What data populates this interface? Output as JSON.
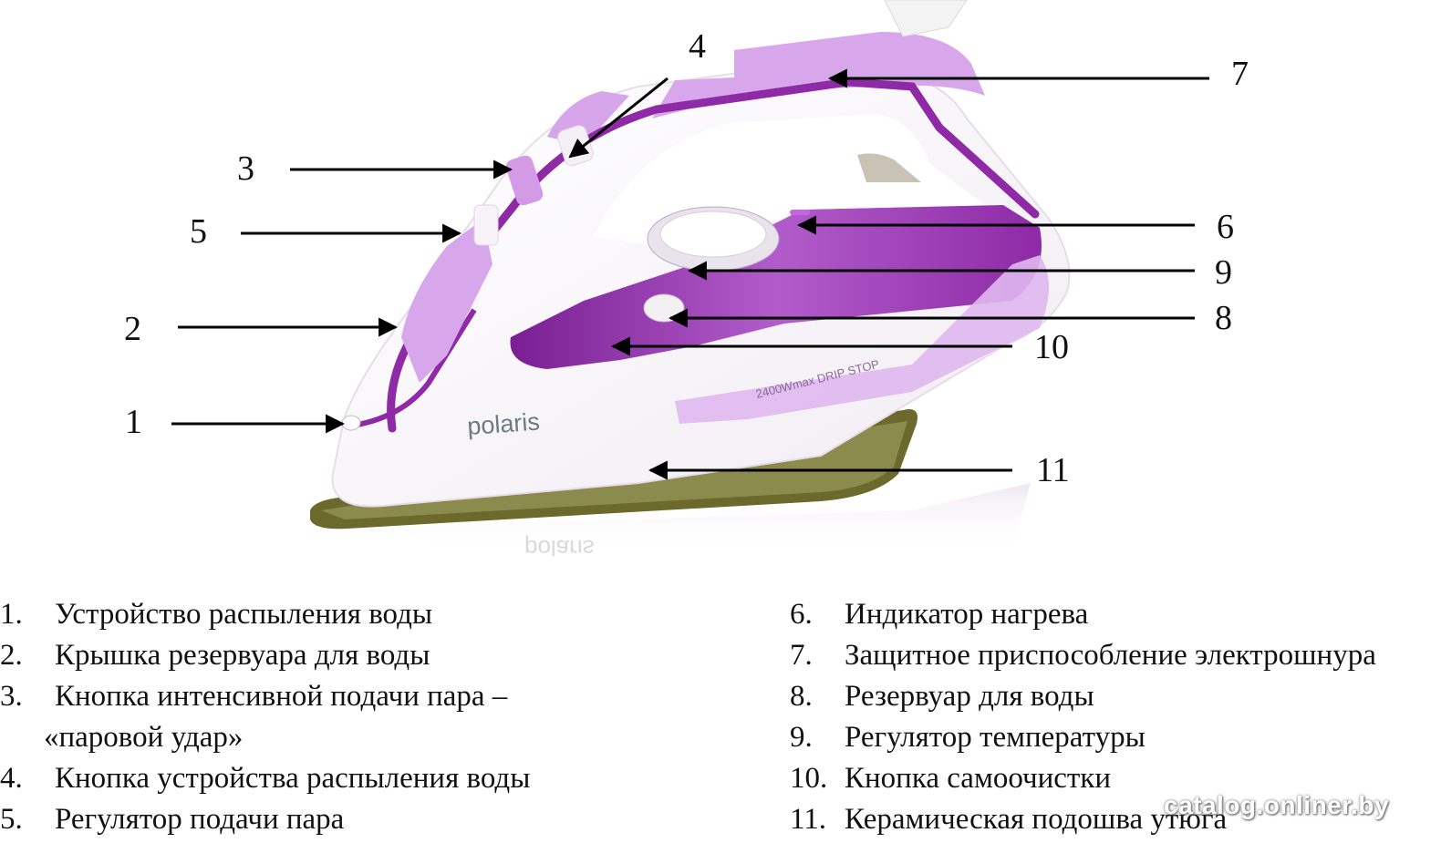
{
  "diagram": {
    "brand_logo": "polaris",
    "body_label": "2400Wmax  DRIP STOP",
    "callouts": [
      "1",
      "2",
      "3",
      "4",
      "5",
      "6",
      "7",
      "8",
      "9",
      "10",
      "11"
    ]
  },
  "legend": {
    "left": [
      {
        "num": "1.",
        "text": "Устройство распыления воды"
      },
      {
        "num": "2.",
        "text": "Крышка резервуара для воды"
      },
      {
        "num": "3.",
        "text": "Кнопка интенсивной подачи пара –"
      },
      {
        "num": "",
        "text": "«паровой удар»"
      },
      {
        "num": "4.",
        "text": "Кнопка устройства распыления воды"
      },
      {
        "num": "5.",
        "text": "Регулятор подачи  пара"
      }
    ],
    "right": [
      {
        "num": "6.",
        "text": "Индикатор нагрева"
      },
      {
        "num": "7.",
        "text": "Защитное приспособление электрошнура"
      },
      {
        "num": "8.",
        "text": "Резервуар для воды"
      },
      {
        "num": "9.",
        "text": "Регулятор температуры"
      },
      {
        "num": "10.",
        "text": "Кнопка самоочистки"
      },
      {
        "num": "11.",
        "text": "Керамическая подошва утюга"
      }
    ]
  },
  "watermark": "catalog.onliner.by",
  "colors": {
    "lilac": "#c98ee3",
    "purple": "#8e2aa6",
    "light_lilac": "#e6c7f1",
    "soleplate": "#6b6a2c"
  }
}
